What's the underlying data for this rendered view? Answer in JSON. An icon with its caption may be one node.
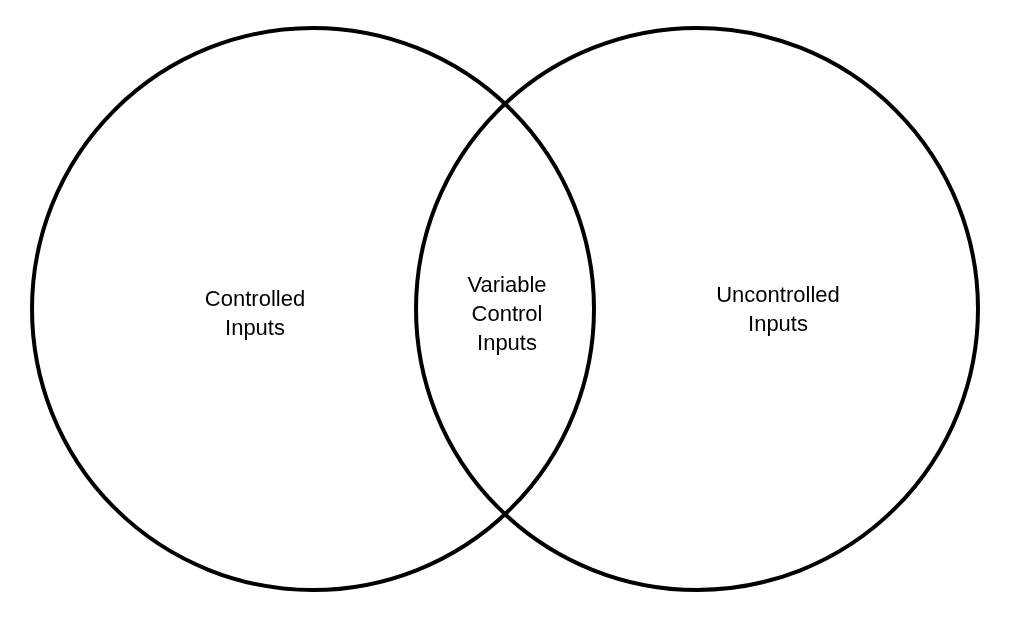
{
  "diagram": {
    "nodes": [
      {
        "text": [
          "Controlled Inputs"
        ]
      },
      {
        "text": [
          "Uncontrolled Inputs"
        ]
      }
    ],
    "edges": [],
    "labels": [
      "Variable Control Inputs"
    ]
  }
}
